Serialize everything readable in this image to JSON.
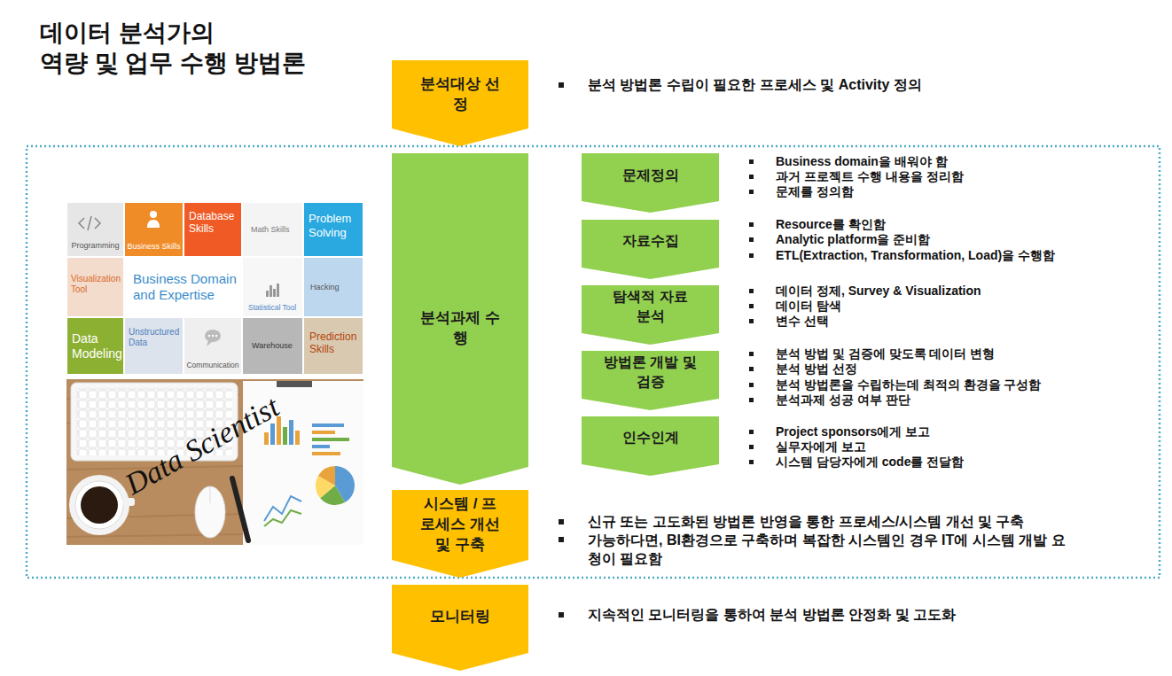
{
  "diagram": {
    "title": "데이터 분석가의 역량 및 업무 수행 방법론",
    "nodes": [
      {
        "text": [
          "분석대상 선정"
        ]
      },
      {
        "text": [
          "분석과제 수행"
        ]
      },
      {
        "text": [
          "문제정의"
        ]
      },
      {
        "text": [
          "자료수집"
        ]
      },
      {
        "text": [
          "탐색적 자료분석"
        ]
      },
      {
        "text": [
          "방법론 개발 및 검증"
        ]
      },
      {
        "text": [
          "인수인계"
        ]
      },
      {
        "text": [
          "시스템 / 프로세스 개선 및 구축"
        ]
      },
      {
        "text": [
          "모니터링"
        ]
      },
      {
        "text": [
          "Programming"
        ]
      },
      {
        "text": [
          "Business Skills"
        ]
      },
      {
        "text": [
          "Database Skills"
        ]
      },
      {
        "text": [
          "Math Skills"
        ]
      },
      {
        "text": [
          "Problem Solving"
        ]
      },
      {
        "text": [
          "Visualization Tool"
        ]
      },
      {
        "text": [
          "Business Domain and Expertise"
        ]
      },
      {
        "text": [
          "Statistical Tool"
        ]
      },
      {
        "text": [
          "Hacking"
        ]
      },
      {
        "text": [
          "Data Modeling"
        ]
      },
      {
        "text": [
          "Unstructured Data"
        ]
      },
      {
        "text": [
          "Communication"
        ]
      },
      {
        "text": [
          "Warehouse"
        ]
      },
      {
        "text": [
          "Prediction Skills"
        ]
      }
    ],
    "labels": [
      "분석 방법론 수립이 필요한 프로세스 및 Activity 정의",
      "Business domain을 배워야 함",
      "과거 프로젝트 수행 내용을 정리함",
      "문제를 정의함",
      "Resource를 확인함",
      "Analytic platform을 준비함",
      "ETL(Extraction, Transformation, Load)을 수행함",
      "데이터 정제, Survey & Visualization",
      "데이터 탐색",
      "변수 선택",
      "분석 방법 및 검증에 맞도록 데이터 변형",
      "분석 방법 선정",
      "분석 방법론을 수립하는데 최적의 환경을 구성함",
      "분석과제 성공 여부 판단",
      "Project sponsors에게 보고",
      "실무자에게 보고",
      "시스템 담당자에게 code를 전달함",
      "신규 또는 고도화된 방법론 반영을 통한 프로세스/시스템 개선 및 구축",
      "가능하다면, BI환경으로 구축하며 복잡한 시스템인 경우 IT에 시스템 개발 요청이 필요함",
      "지속적인 모니터링을 통하여 분석 방법론 안정화 및 고도화",
      "Data Scientist"
    ]
  }
}
